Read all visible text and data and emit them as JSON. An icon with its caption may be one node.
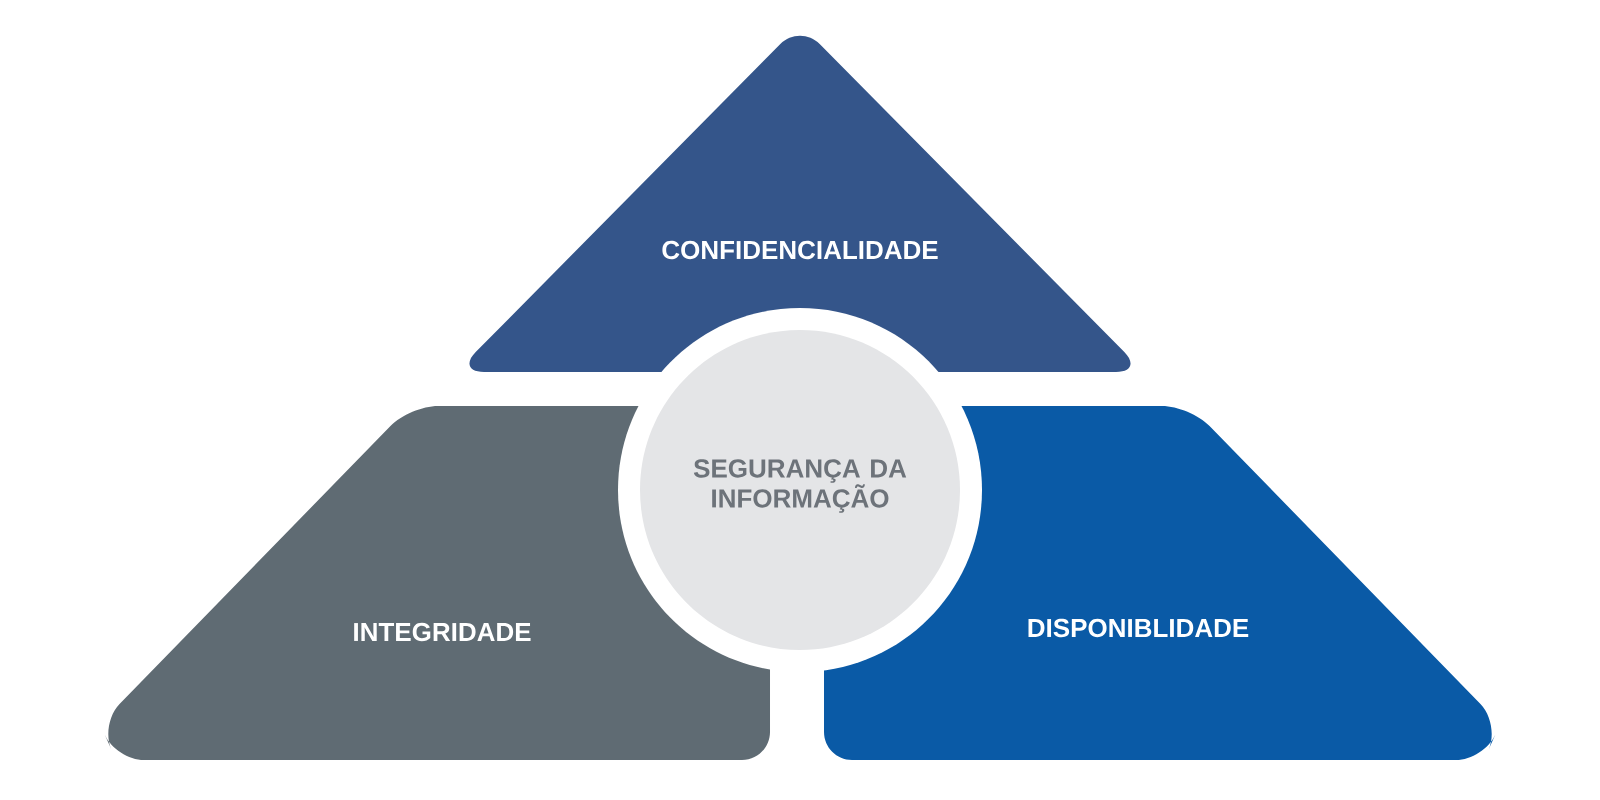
{
  "diagram": {
    "nodes": [
      {
        "text": [
          "CONFIDENCIALIDADE"
        ]
      },
      {
        "text": [
          "SEGURANÇA DA INFORMAÇÃO"
        ]
      },
      {
        "text": [
          "INTEGRIDADE"
        ]
      },
      {
        "text": [
          "DISPONIBLIDADE"
        ]
      }
    ]
  }
}
